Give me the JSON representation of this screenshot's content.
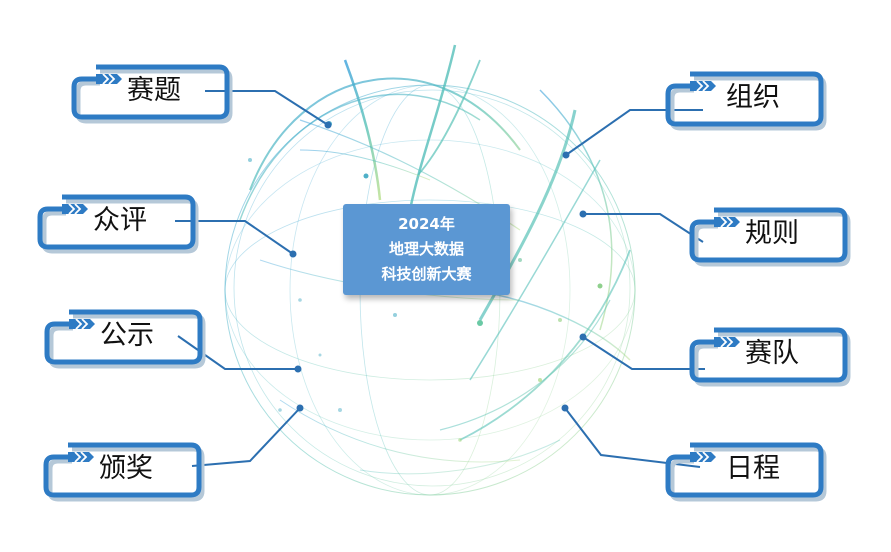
{
  "center": {
    "line1": "2024年",
    "line2": "地理大数据",
    "line3": "科技创新大赛"
  },
  "nodes": {
    "saiti": "赛题",
    "zhongping": "众评",
    "gongshi": "公示",
    "banjiang": "颁奖",
    "zuzhi": "组织",
    "guize": "规则",
    "saidui": "赛队",
    "richeng": "日程"
  },
  "colors": {
    "frame_blue": "#2e7bc4",
    "frame_shadow": "#b5c8d8",
    "connector": "#2c6fb0",
    "center_fill": "#5b97d3",
    "sphere_blue": "#3fa3d6",
    "sphere_teal": "#5cc4b0",
    "sphere_green": "#a8d88a"
  }
}
